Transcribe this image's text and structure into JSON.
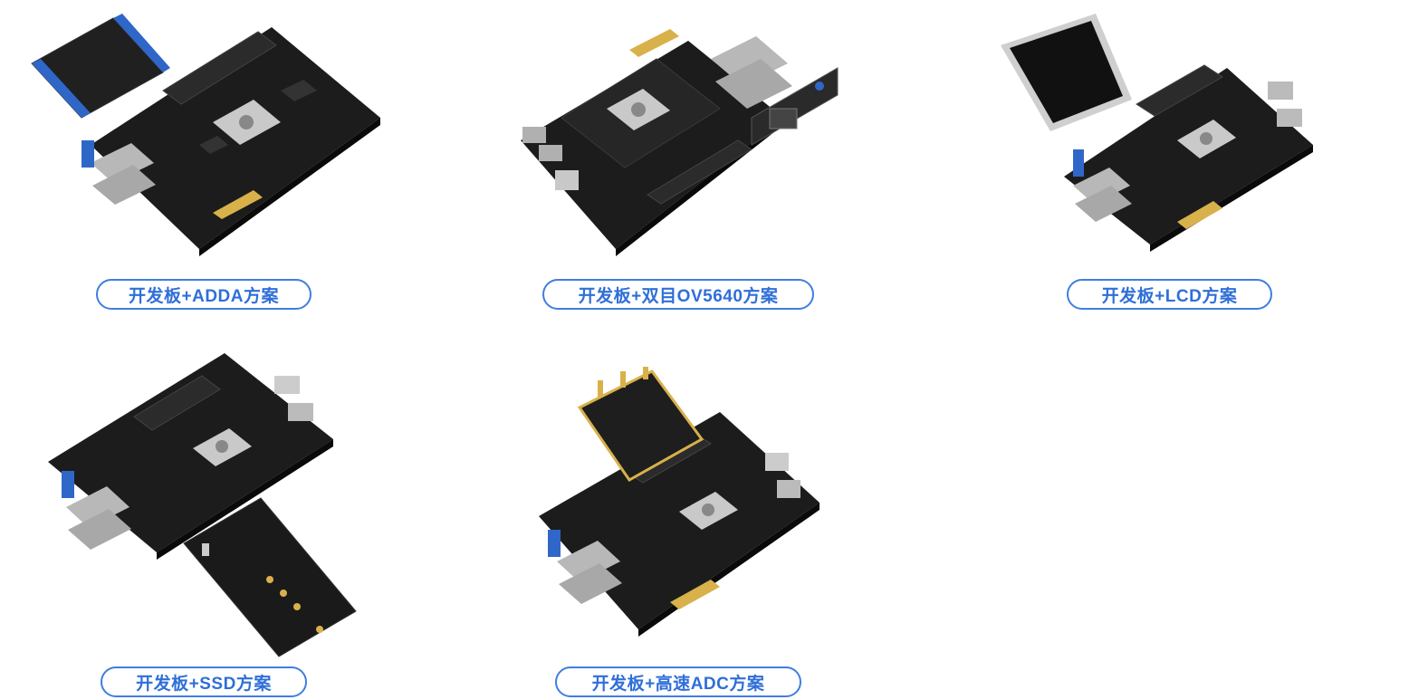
{
  "colors": {
    "pill_border": "#3f7ee0",
    "pill_text": "#2f6fd8",
    "board": "#1c1c1c",
    "gold": "#d9b14a",
    "blue_terminal": "#2f67c9"
  },
  "solutions": [
    {
      "label": "开发板+ADDA方案",
      "image": "fpga-board-with-adda-module"
    },
    {
      "label": "开发板+双目OV5640方案",
      "image": "fpga-board-with-dual-ov5640-camera"
    },
    {
      "label": "开发板+LCD方案",
      "image": "fpga-board-with-lcd-screen"
    },
    {
      "label": "开发板+SSD方案",
      "image": "fpga-board-with-ssd-adapter"
    },
    {
      "label": "开发板+高速ADC方案",
      "image": "fpga-board-with-high-speed-adc"
    }
  ]
}
